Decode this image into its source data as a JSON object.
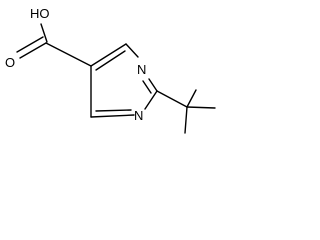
{
  "molecule": {
    "atom_labels": {
      "hydroxyl": "HO",
      "carbonyl_oxygen": "O",
      "ring_nitrogen_top": "N",
      "ring_nitrogen_bottom": "N"
    },
    "colors": {
      "bond": "#000000",
      "label": "#000000",
      "background": "#ffffff"
    }
  }
}
